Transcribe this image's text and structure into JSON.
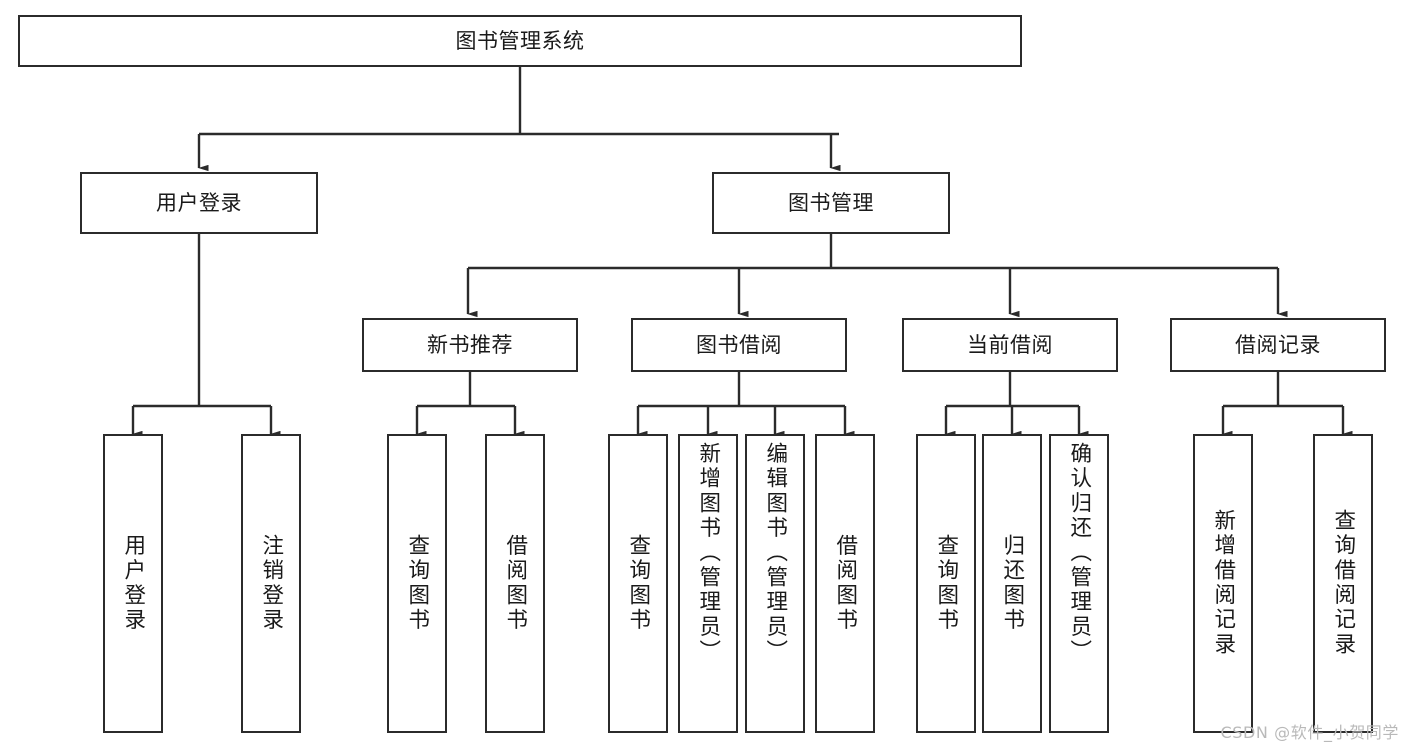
{
  "diagram": {
    "title": "图书管理系统",
    "type": "tree",
    "watermark": "CSDN @软件_小贺同学",
    "style": {
      "box_border": "#2b2b2b",
      "box_fill": "#ffffff",
      "line": "#2b2b2b",
      "text": "#1a1a1a",
      "watermark_color": "#b9b9b9",
      "background": "#ffffff"
    },
    "root": {
      "label": "图书管理系统"
    },
    "level1": [
      {
        "label": "用户登录"
      },
      {
        "label": "图书管理"
      }
    ],
    "level2": [
      {
        "label": "新书推荐"
      },
      {
        "label": "图书借阅"
      },
      {
        "label": "当前借阅"
      },
      {
        "label": "借阅记录"
      }
    ],
    "leaves": {
      "user_login": [
        {
          "label": "用户登录"
        },
        {
          "label": "注销登录"
        }
      ],
      "new_book_recommend": [
        {
          "label": "查询图书"
        },
        {
          "label": "借阅图书"
        }
      ],
      "book_borrow": [
        {
          "label": "查询图书"
        },
        {
          "label": "新增图书（管理员）"
        },
        {
          "label": "编辑图书（管理员）"
        },
        {
          "label": "借阅图书"
        }
      ],
      "current_borrow": [
        {
          "label": "查询图书"
        },
        {
          "label": "归还图书"
        },
        {
          "label": "确认归还（管理员）"
        }
      ],
      "borrow_record": [
        {
          "label": "新增借阅记录"
        },
        {
          "label": "查询借阅记录"
        }
      ]
    }
  }
}
